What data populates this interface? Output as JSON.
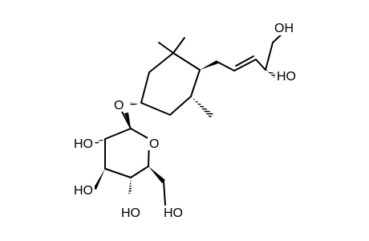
{
  "molecule": {
    "atom_labels": {
      "oh_chain_terminal": "OH",
      "oh_chain_secondary": "HO",
      "o_glycosidic": "O",
      "o_ring": "O",
      "oh_sugar_c2": "HO",
      "oh_sugar_c3": "HO",
      "oh_sugar_c4": "HO",
      "oh_sugar_c6": "HO"
    }
  },
  "colors": {
    "bond": "#000000",
    "text": "#000000",
    "background": "#ffffff"
  }
}
